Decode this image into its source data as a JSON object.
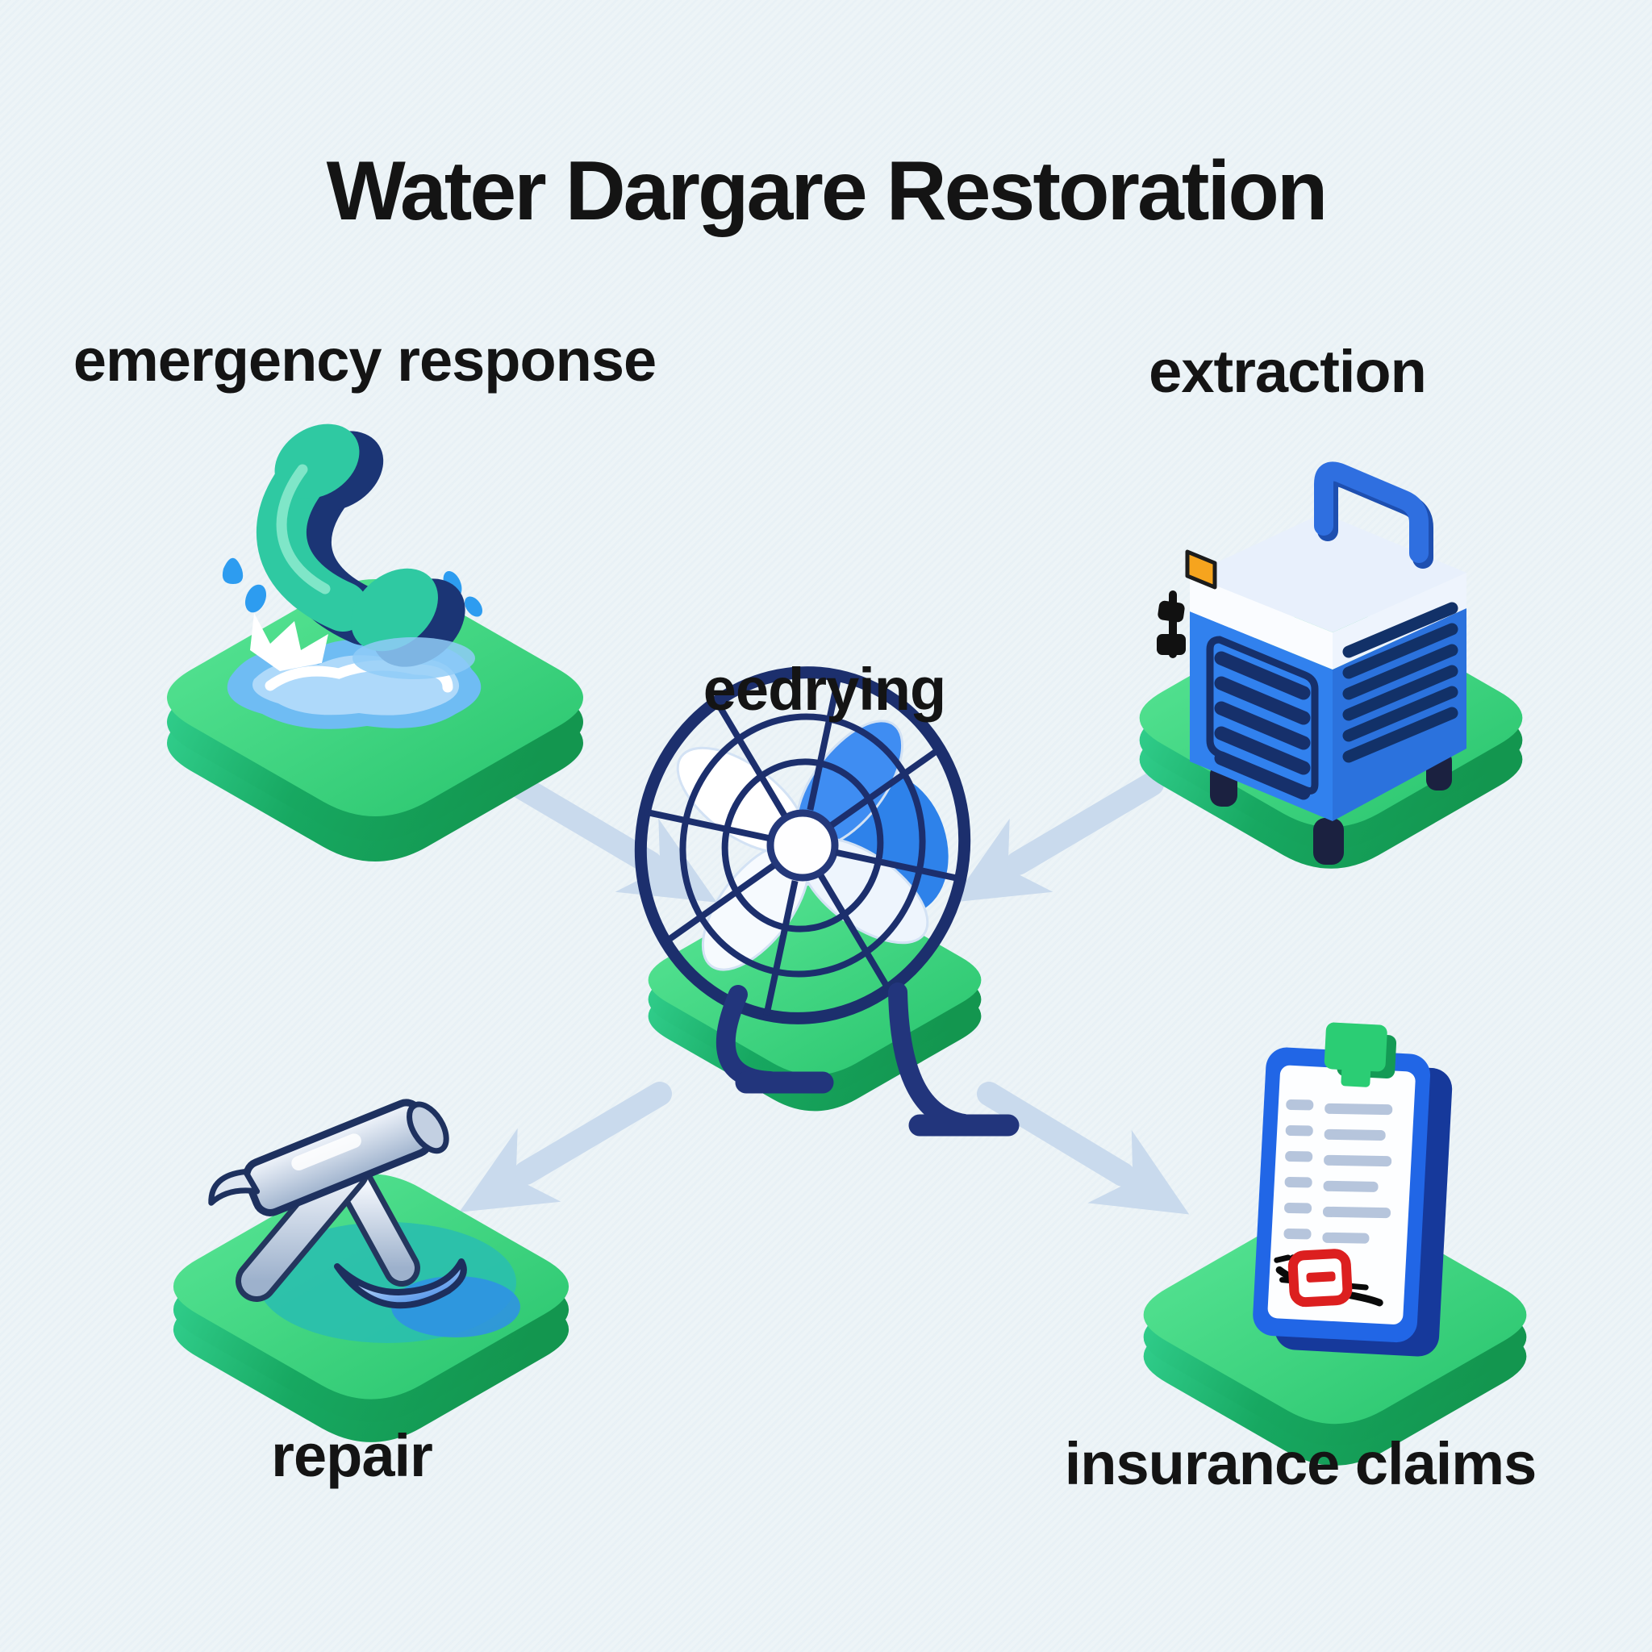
{
  "title": "Water Dargare Restoration",
  "nodes": [
    {
      "id": "emergency-response",
      "label": "emergency response",
      "icon": "phone-splash-icon"
    },
    {
      "id": "extraction",
      "label": "extraction",
      "icon": "dehumidifier-icon"
    },
    {
      "id": "drying",
      "label": "eedrying",
      "icon": "fan-icon"
    },
    {
      "id": "repair",
      "label": "repair",
      "icon": "hammer-trowel-icon"
    },
    {
      "id": "insurance-claims",
      "label": "insurance claims",
      "icon": "clipboard-claim-icon"
    }
  ],
  "connections": [
    {
      "from": "emergency-response",
      "to": "drying"
    },
    {
      "from": "extraction",
      "to": "drying"
    },
    {
      "from": "drying",
      "to": "repair"
    },
    {
      "from": "drying",
      "to": "insurance-claims"
    }
  ],
  "colors": {
    "background": "#edf4f7",
    "text": "#141414",
    "arrow": "#c9daed",
    "platform_green_top": "#3ad07c",
    "platform_green_side": "#1aa45f",
    "icon_blue": "#2f80ec",
    "icon_navy": "#1c2f6d",
    "phone_teal": "#2fc9a2",
    "water_blue": "#7cc3f4",
    "clip_green": "#2bcd74",
    "stamp_red": "#dc1f1f",
    "button_orange": "#f6a41e"
  }
}
